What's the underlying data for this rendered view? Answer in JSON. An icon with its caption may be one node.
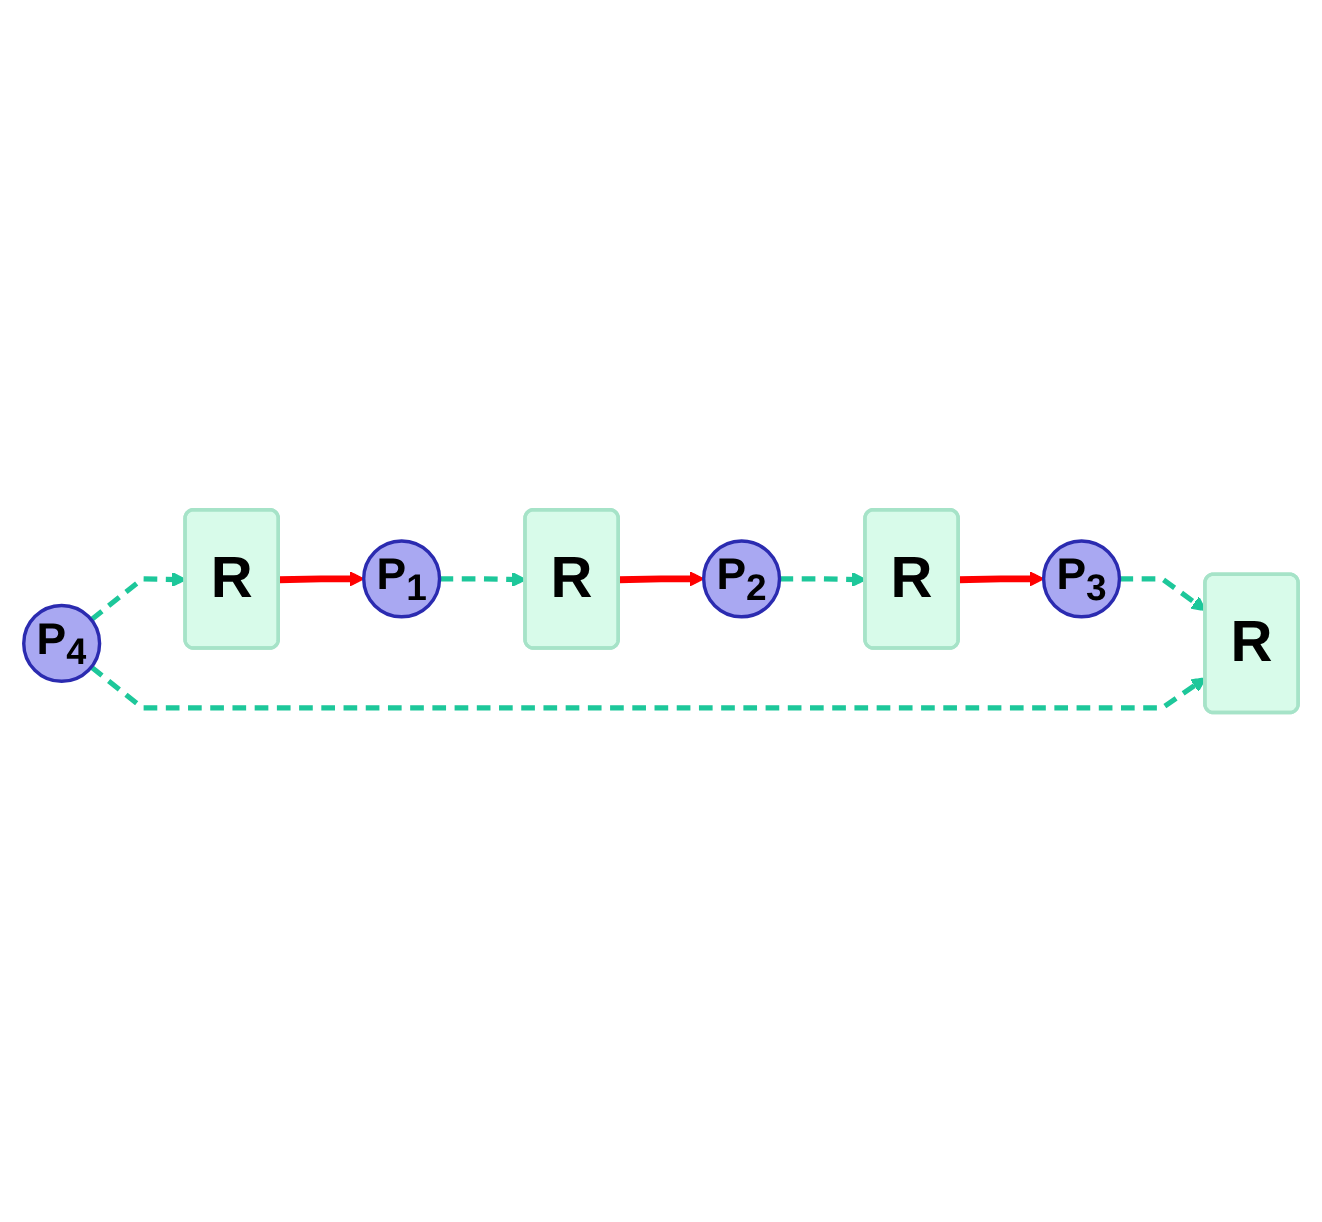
{
  "diagram": {
    "nodes": [
      {
        "text": [
          "R"
        ]
      },
      {
        "text": [
          "P$_{4}$"
        ]
      },
      {
        "text": [
          "P$_{1}$"
        ]
      },
      {
        "text": [
          "R"
        ]
      },
      {
        "text": [
          "R"
        ]
      },
      {
        "text": [
          "P$_{3}$"
        ]
      },
      {
        "text": [
          "P$_{2}$"
        ]
      },
      {
        "text": [
          "R"
        ]
      }
    ],
    "edges": [
      {
        "from": 0,
        "to": 2,
        "arrow": "to",
        "color": "#ff0000"
      },
      {
        "from": 2,
        "to": 4,
        "arrow": "to",
        "style": "dashed"
      },
      {
        "from": 4,
        "to": 6,
        "arrow": "to",
        "color": "#ff0000"
      },
      {
        "from": 6,
        "to": 7,
        "arrow": "to",
        "style": "dashed"
      },
      {
        "from": 7,
        "to": 5,
        "arrow": "to",
        "color": "#ff0000"
      },
      {
        "from": 5,
        "to": 3,
        "arrow": "to",
        "style": "dashed"
      },
      {
        "from": 1,
        "to": 3,
        "arrow": "to",
        "style": "dashed"
      },
      {
        "from": 1,
        "to": 0,
        "arrow": "to",
        "style": "dashed"
      }
    ]
  }
}
